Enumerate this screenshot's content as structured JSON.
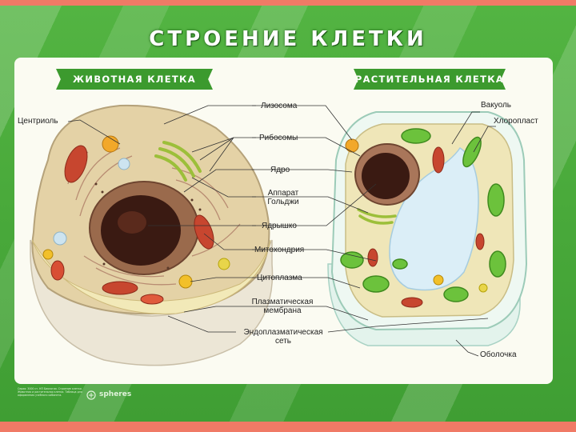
{
  "poster": {
    "title": "СТРОЕНИЕ КЛЕТКИ",
    "animal_header": "ЖИВОТНАЯ КЛЕТКА",
    "plant_header": "РАСТИТЕЛЬНАЯ КЛЕТКА",
    "publisher": "spheres",
    "footnote": "Серия: 3000 ст. НП Биология. Строение клетки. Животная и растительная клетки. Таблица для оформления учебного кабинета."
  },
  "labels": {
    "centriole": "Центриоль",
    "lysosome": "Лизосома",
    "ribosomes": "Рибосомы",
    "nucleus": "Ядро",
    "golgi_line1": "Аппарат",
    "golgi_line2": "Гольджи",
    "nucleolus": "Ядрышко",
    "mitochondrion": "Митохондрия",
    "cytoplasm": "Цитоплазма",
    "membrane_line1": "Плазматическая",
    "membrane_line2": "мембрана",
    "er_line1": "Эндоплазматическая",
    "er_line2": "сеть",
    "vacuole": "Вакуоль",
    "chloroplast": "Хлоропласт",
    "cell_wall": "Оболочка"
  },
  "colors": {
    "background": "#53b442",
    "frame": "#f07a66",
    "ribbon": "#3c9a2e",
    "panel": "#fbfbf2"
  }
}
